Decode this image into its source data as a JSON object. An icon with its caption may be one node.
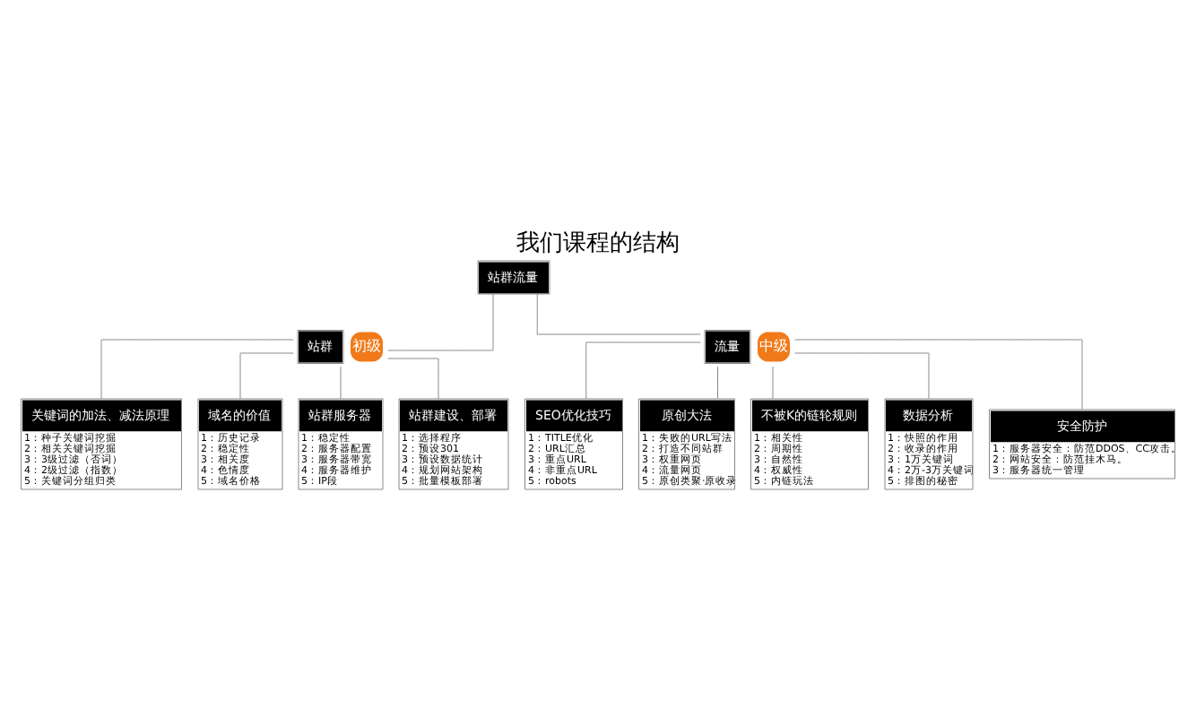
{
  "diagram": {
    "title": "我们课程的结构",
    "nodes": [
      {
        "text": [
          "站群流量"
        ]
      },
      {
        "text": [
          "站群"
        ],
        "beside": [
          "初级"
        ]
      },
      {
        "text": [
          "流量"
        ],
        "beside": [
          "中级"
        ]
      },
      {
        "text": [
          "关键词的加法、减法原理",
          "1：种子关键词挖掘",
          "2：相关关键词挖掘",
          "3：3级过滤（否词）",
          "4：2级过滤（指数）",
          "5：关键词分组归类"
        ]
      },
      {
        "text": [
          "域名的价值",
          "1：历史记录",
          "2：稳定性",
          "3：相关度",
          "4：色情度",
          "5：域名价格"
        ]
      },
      {
        "text": [
          "站群服务器",
          "1：稳定性",
          "2：服务器配置",
          "3：服务器带宽",
          "4：服务器维护",
          "5：IP段"
        ]
      },
      {
        "text": [
          "站群建设、部署",
          "1：选择程序",
          "2：预设301",
          "3：预设数据统计",
          "4：规划网站架构",
          "5：批量模板部署"
        ]
      },
      {
        "text": [
          "SEO优化技巧",
          "1：TITLE优化",
          "2：URL汇总",
          "3：重点URL",
          "4：非重点URL",
          "5：robots"
        ]
      },
      {
        "text": [
          "原创大法",
          "1：失败的URL写法",
          "2：打造不同站群",
          "3：权重网页",
          "4：流量网页",
          "5：原创类聚·原收录"
        ]
      },
      {
        "text": [
          "不被K的链轮规则",
          "1：相关性",
          "2：周期性",
          "3：自然性",
          "4：权威性",
          "5：内链玩法"
        ]
      },
      {
        "text": [
          "数据分析",
          "1：快照的作用",
          "2：收录的作用",
          "3：1万关键词",
          "4：2万-3万关键词",
          "5：排图的秘密"
        ]
      },
      {
        "text": [
          "安全防护",
          "1：服务器安全：防范DDOS、CC攻击。",
          "2：网站安全：防范挂木马。",
          "3：服务器统一管理"
        ]
      }
    ],
    "edges": [
      {
        "from": 0,
        "to": 1,
        "arrow": "none"
      },
      {
        "from": 0,
        "to": 2,
        "arrow": "none"
      },
      {
        "from": 1,
        "to": 3,
        "arrow": "none"
      },
      {
        "from": 1,
        "to": 4,
        "arrow": "none"
      },
      {
        "from": 1,
        "to": 5,
        "arrow": "none"
      },
      {
        "from": 1,
        "to": 6,
        "arrow": "none"
      },
      {
        "from": 2,
        "to": 7,
        "arrow": "none"
      },
      {
        "from": 2,
        "to": 8,
        "arrow": "none"
      },
      {
        "from": 2,
        "to": 9,
        "arrow": "none"
      },
      {
        "from": 2,
        "to": 10,
        "arrow": "none"
      },
      {
        "from": 2,
        "to": 11,
        "arrow": "none"
      }
    ]
  }
}
